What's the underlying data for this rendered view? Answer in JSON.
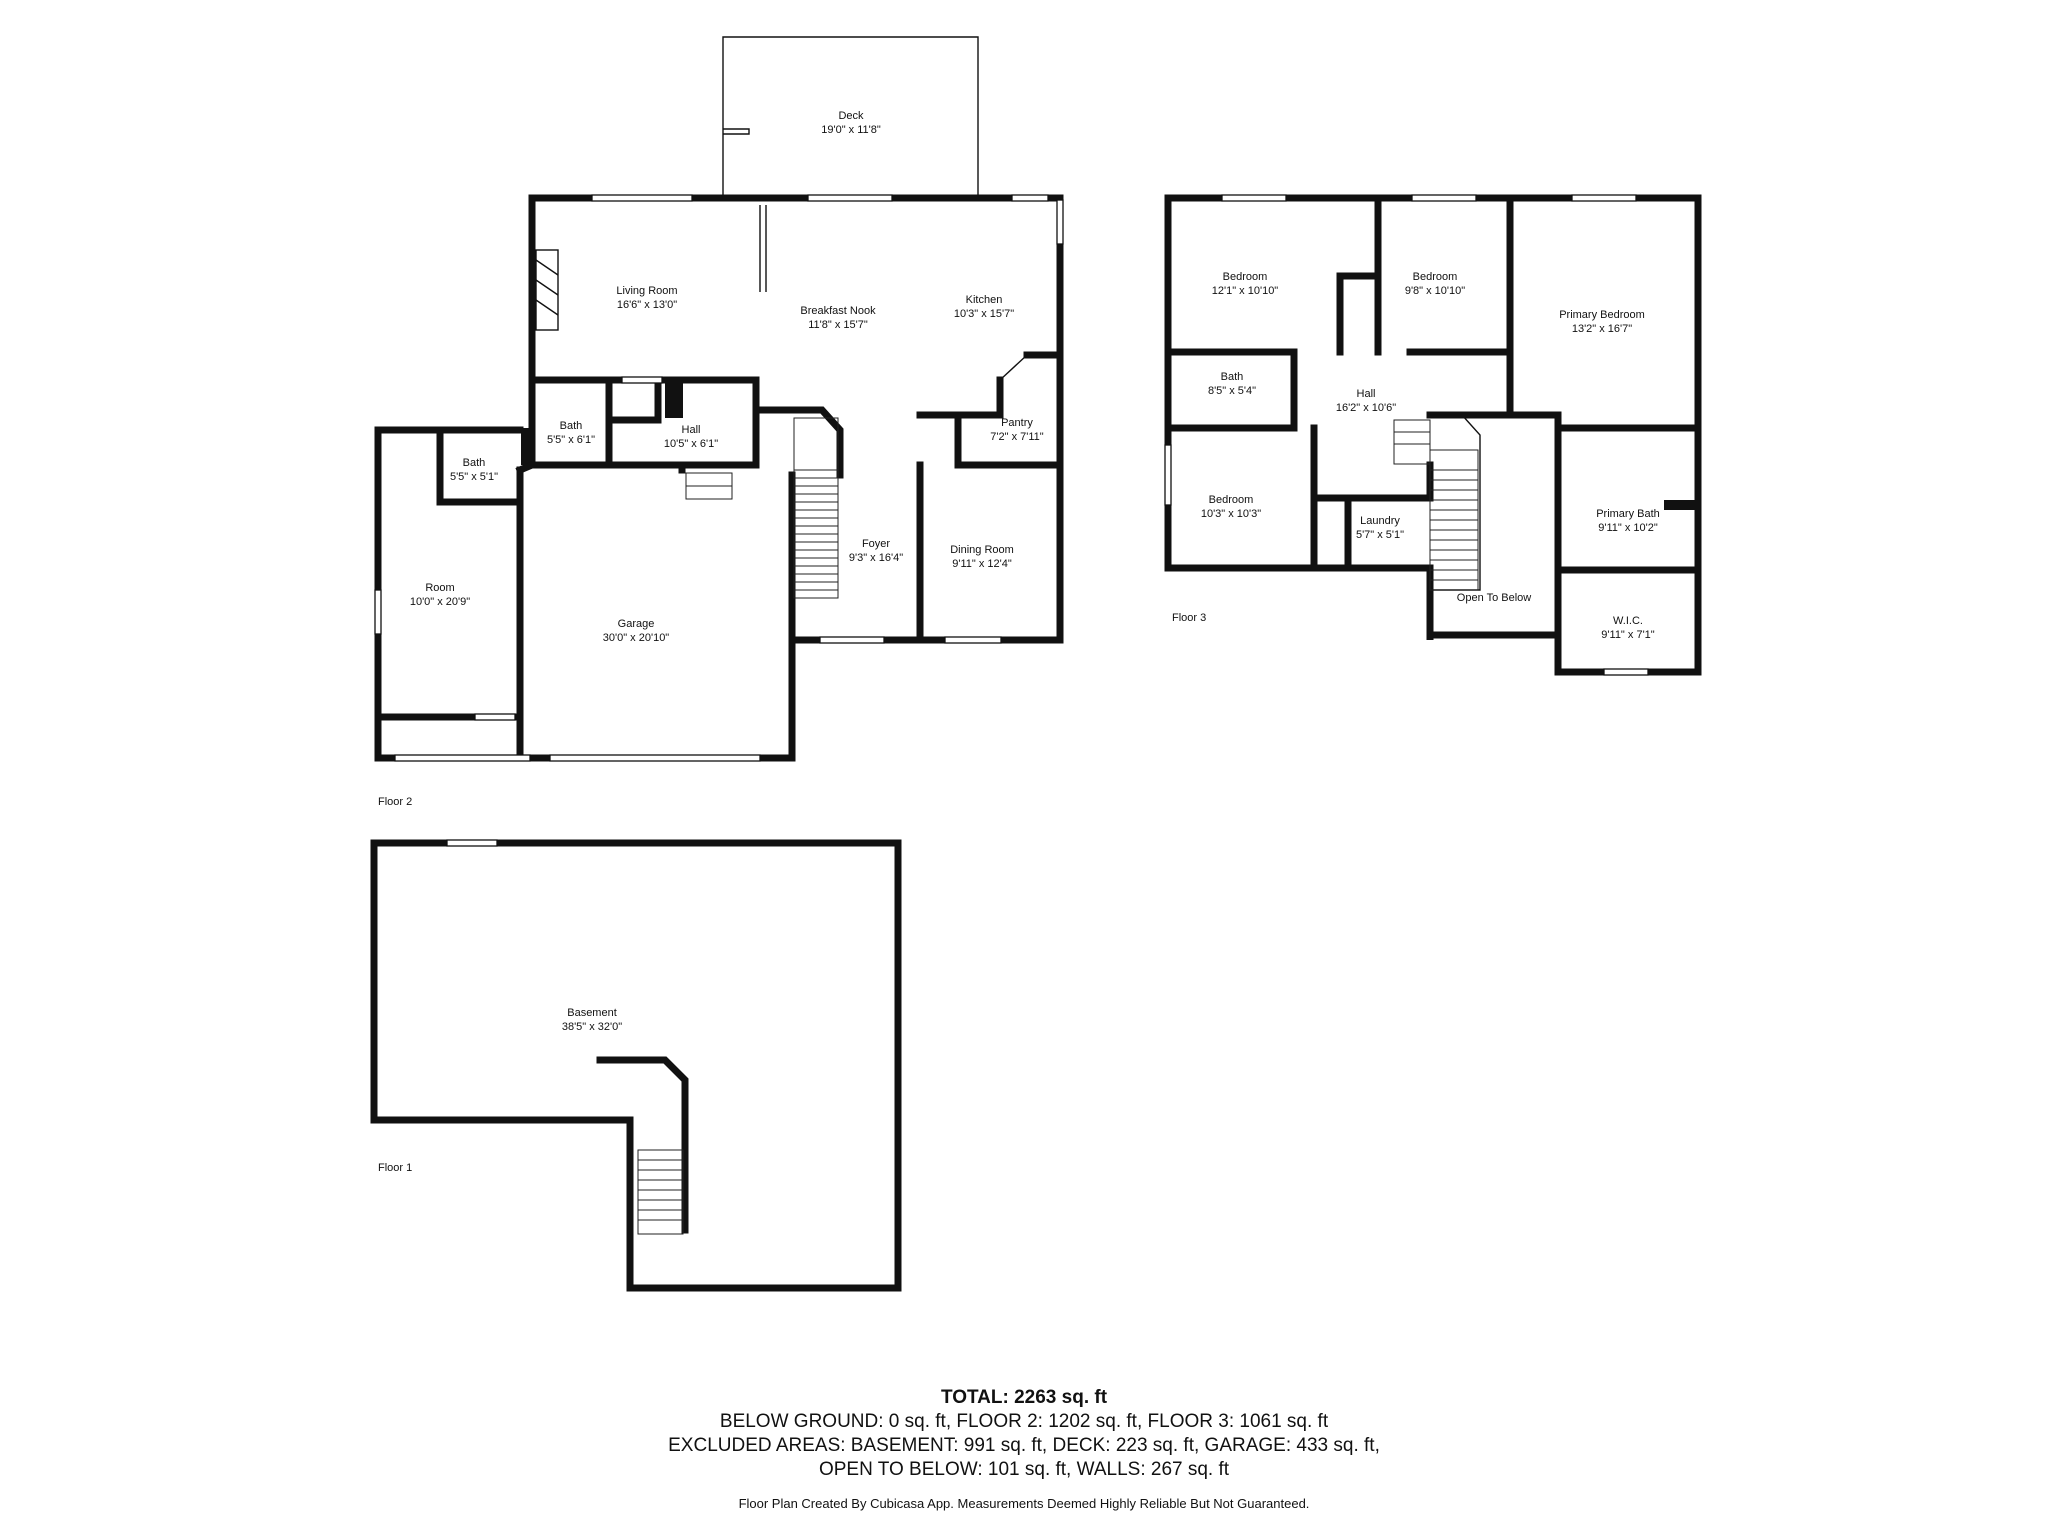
{
  "floors": [
    {
      "id": "floor2",
      "label": "Floor 2"
    },
    {
      "id": "floor3",
      "label": "Floor 3"
    },
    {
      "id": "floor1",
      "label": "Floor 1"
    }
  ],
  "rooms": {
    "deck": {
      "name": "Deck",
      "dims": "19'0\" x 11'8\""
    },
    "living_room": {
      "name": "Living Room",
      "dims": "16'6\" x 13'0\""
    },
    "breakfast_nook": {
      "name": "Breakfast Nook",
      "dims": "11'8\" x 15'7\""
    },
    "kitchen": {
      "name": "Kitchen",
      "dims": "10'3\" x 15'7\""
    },
    "pantry": {
      "name": "Pantry",
      "dims": "7'2\" x 7'11\""
    },
    "bath_f2_a": {
      "name": "Bath",
      "dims": "5'5\" x 6'1\""
    },
    "hall_f2": {
      "name": "Hall",
      "dims": "10'5\" x 6'1\""
    },
    "bath_f2_b": {
      "name": "Bath",
      "dims": "5'5\" x 5'1\""
    },
    "room": {
      "name": "Room",
      "dims": "10'0\" x 20'9\""
    },
    "garage": {
      "name": "Garage",
      "dims": "30'0\" x 20'10\""
    },
    "foyer": {
      "name": "Foyer",
      "dims": "9'3\" x 16'4\""
    },
    "dining_room": {
      "name": "Dining Room",
      "dims": "9'11\" x 12'4\""
    },
    "bedroom_1": {
      "name": "Bedroom",
      "dims": "12'1\" x 10'10\""
    },
    "bedroom_2": {
      "name": "Bedroom",
      "dims": "9'8\" x 10'10\""
    },
    "primary_bedroom": {
      "name": "Primary Bedroom",
      "dims": "13'2\" x 16'7\""
    },
    "bath_f3": {
      "name": "Bath",
      "dims": "8'5\" x 5'4\""
    },
    "hall_f3": {
      "name": "Hall",
      "dims": "16'2\" x 10'6\""
    },
    "bedroom_3": {
      "name": "Bedroom",
      "dims": "10'3\" x 10'3\""
    },
    "laundry": {
      "name": "Laundry",
      "dims": "5'7\" x 5'1\""
    },
    "primary_bath": {
      "name": "Primary Bath",
      "dims": "9'11\" x 10'2\""
    },
    "open_to_below": {
      "name": "Open To Below",
      "dims": ""
    },
    "wic": {
      "name": "W.I.C.",
      "dims": "9'11\" x 7'1\""
    },
    "basement": {
      "name": "Basement",
      "dims": "38'5\" x 32'0\""
    }
  },
  "summary": {
    "total": "TOTAL: 2263 sq. ft",
    "line1": "BELOW GROUND: 0 sq. ft, FLOOR 2: 1202 sq. ft, FLOOR 3: 1061 sq. ft",
    "line2": "EXCLUDED AREAS: BASEMENT: 991 sq. ft, DECK: 223 sq. ft, GARAGE: 433 sq. ft,",
    "line3": "OPEN TO BELOW: 101 sq. ft, WALLS: 267 sq. ft"
  },
  "credit": "Floor Plan Created By Cubicasa App. Measurements Deemed Highly Reliable But Not Guaranteed."
}
